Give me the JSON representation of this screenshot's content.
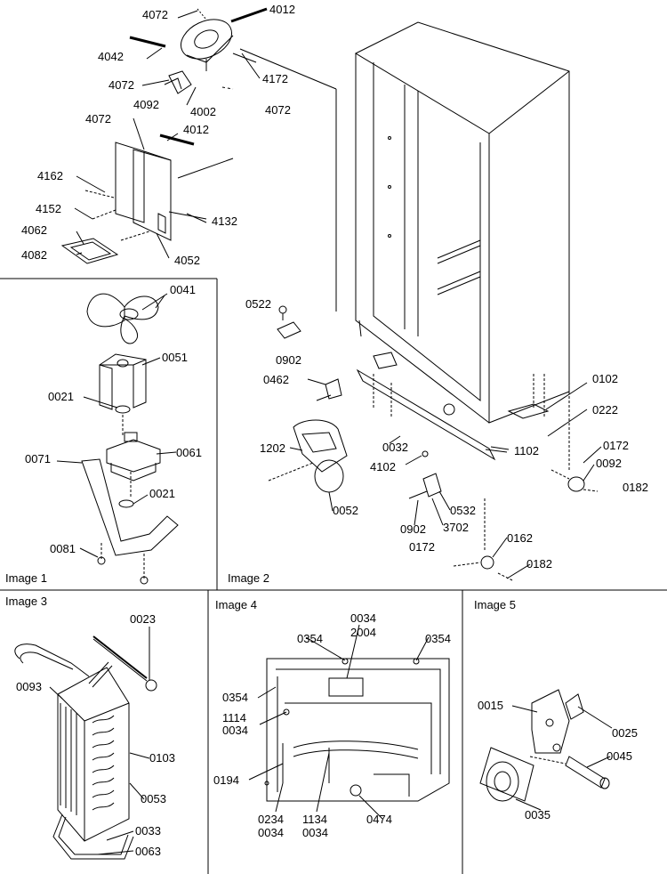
{
  "panels": {
    "image1": "Image 1",
    "image2": "Image 2",
    "image3": "Image 3",
    "image4": "Image 4",
    "image5": "Image 5"
  },
  "top": {
    "p4072a": "4072",
    "p4012a": "4012",
    "p4042": "4042",
    "p4072b": "4072",
    "p4172": "4172",
    "p4092": "4092",
    "p4002": "4002",
    "p4072c": "4072",
    "p4072d": "4072",
    "p4012b": "4012",
    "p4162": "4162",
    "p4152": "4152",
    "p4132": "4132",
    "p4062": "4062",
    "p4082": "4082",
    "p4052": "4052"
  },
  "img1": {
    "p0041": "0041",
    "p0051": "0051",
    "p0021a": "0021",
    "p0061": "0061",
    "p0071": "0071",
    "p0021b": "0021",
    "p0081": "0081"
  },
  "img2": {
    "p0522": "0522",
    "p0902a": "0902",
    "p0462": "0462",
    "p0102": "0102",
    "p0222": "0222",
    "p1202": "1202",
    "p0032": "0032",
    "p4102": "4102",
    "p1102": "1102",
    "p0172a": "0172",
    "p0092": "0092",
    "p0182a": "0182",
    "p0052": "0052",
    "p0532": "0532",
    "p0902b": "0902",
    "p3702": "3702",
    "p0162": "0162",
    "p0172b": "0172",
    "p0182b": "0182"
  },
  "img3": {
    "p0023": "0023",
    "p0093": "0093",
    "p0103": "0103",
    "p0053": "0053",
    "p0033": "0033",
    "p0063": "0063"
  },
  "img4": {
    "p0034a": "0034",
    "p2004": "2004",
    "p0354a": "0354",
    "p0354b": "0354",
    "p0354c": "0354",
    "p1114": "1114",
    "p0034b": "0034",
    "p0194": "0194",
    "p0234": "0234",
    "p0034c": "0034",
    "p1134": "1134",
    "p0034d": "0034",
    "p0474": "0474"
  },
  "img5": {
    "p0015": "0015",
    "p0025": "0025",
    "p0045": "0045",
    "p0035": "0035"
  }
}
